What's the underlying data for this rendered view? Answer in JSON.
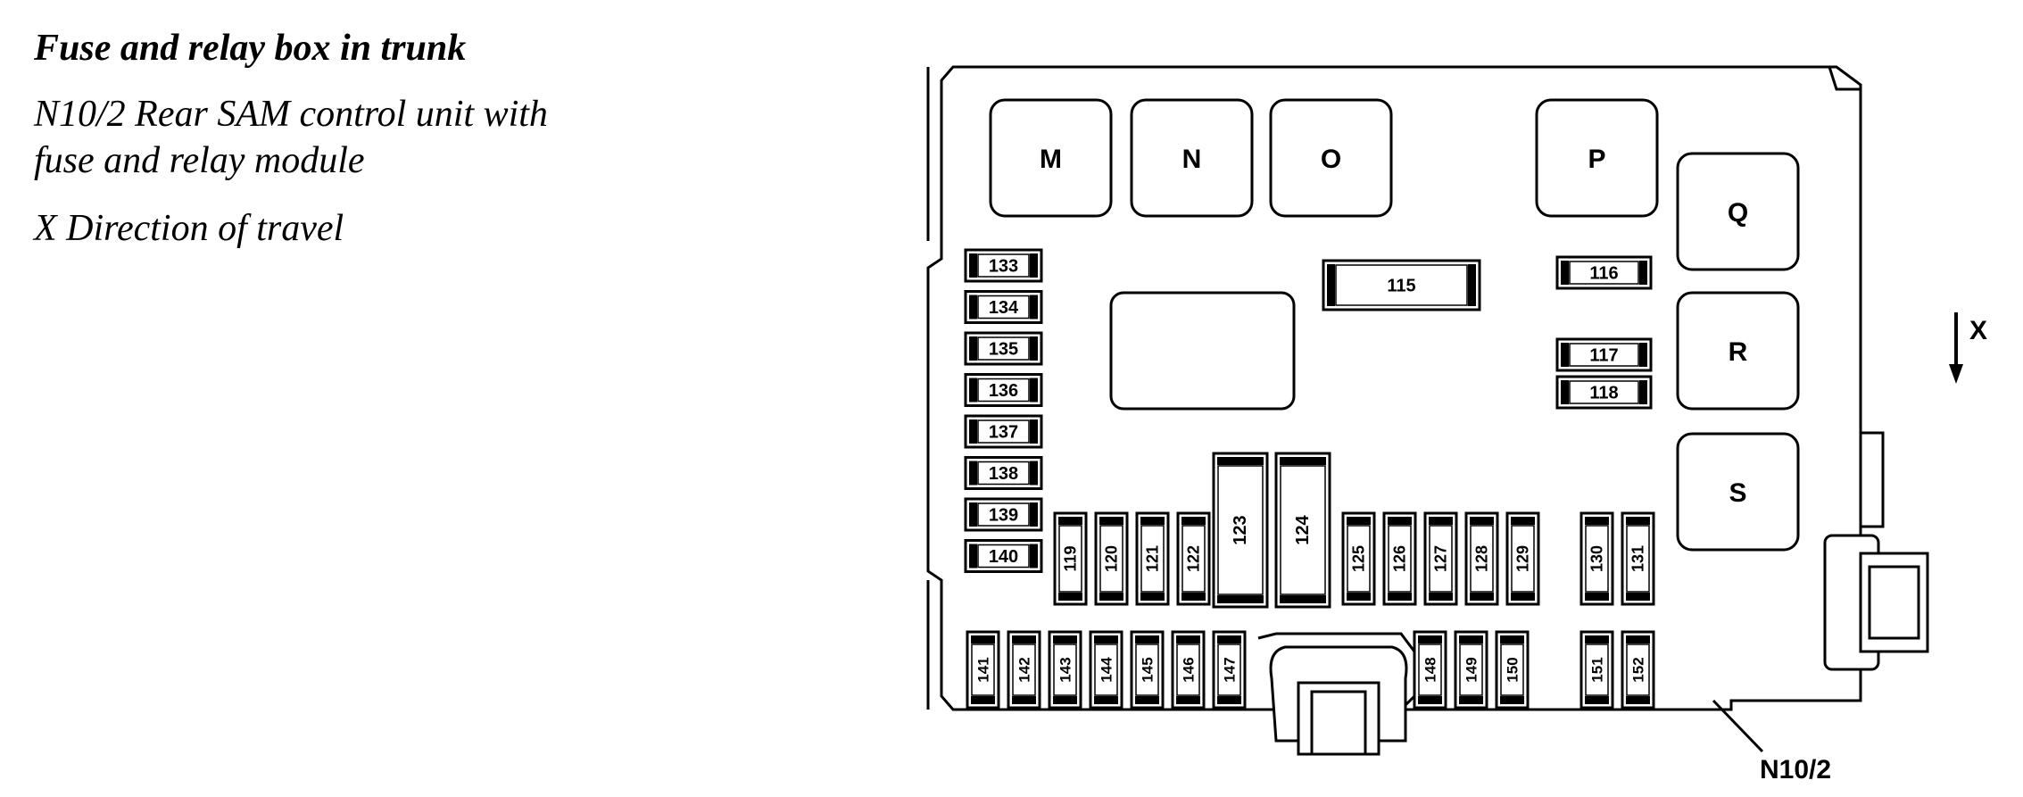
{
  "caption": {
    "title": "Fuse and relay box in trunk",
    "unit_line1": "N10/2 Rear SAM control unit with",
    "unit_line2": "fuse and relay module",
    "direction": "X Direction of travel"
  },
  "diagram": {
    "relays": [
      "M",
      "N",
      "O",
      "P",
      "Q",
      "R",
      "S"
    ],
    "fuses_left_column": [
      "133",
      "134",
      "135",
      "136",
      "137",
      "138",
      "139",
      "140"
    ],
    "fuse_115": "115",
    "fuses_right_small": [
      "116",
      "117",
      "118"
    ],
    "fuses_middle_row_left": [
      "119",
      "120",
      "121",
      "122"
    ],
    "fuses_large": [
      "123",
      "124"
    ],
    "fuses_middle_row_right": [
      "125",
      "126",
      "127",
      "128",
      "129",
      "130",
      "131"
    ],
    "fuses_bottom_row": [
      "141",
      "142",
      "143",
      "144",
      "145",
      "146",
      "147",
      "148",
      "149",
      "150",
      "151",
      "152"
    ],
    "direction_label": "X",
    "unit_label": "N10/2"
  }
}
